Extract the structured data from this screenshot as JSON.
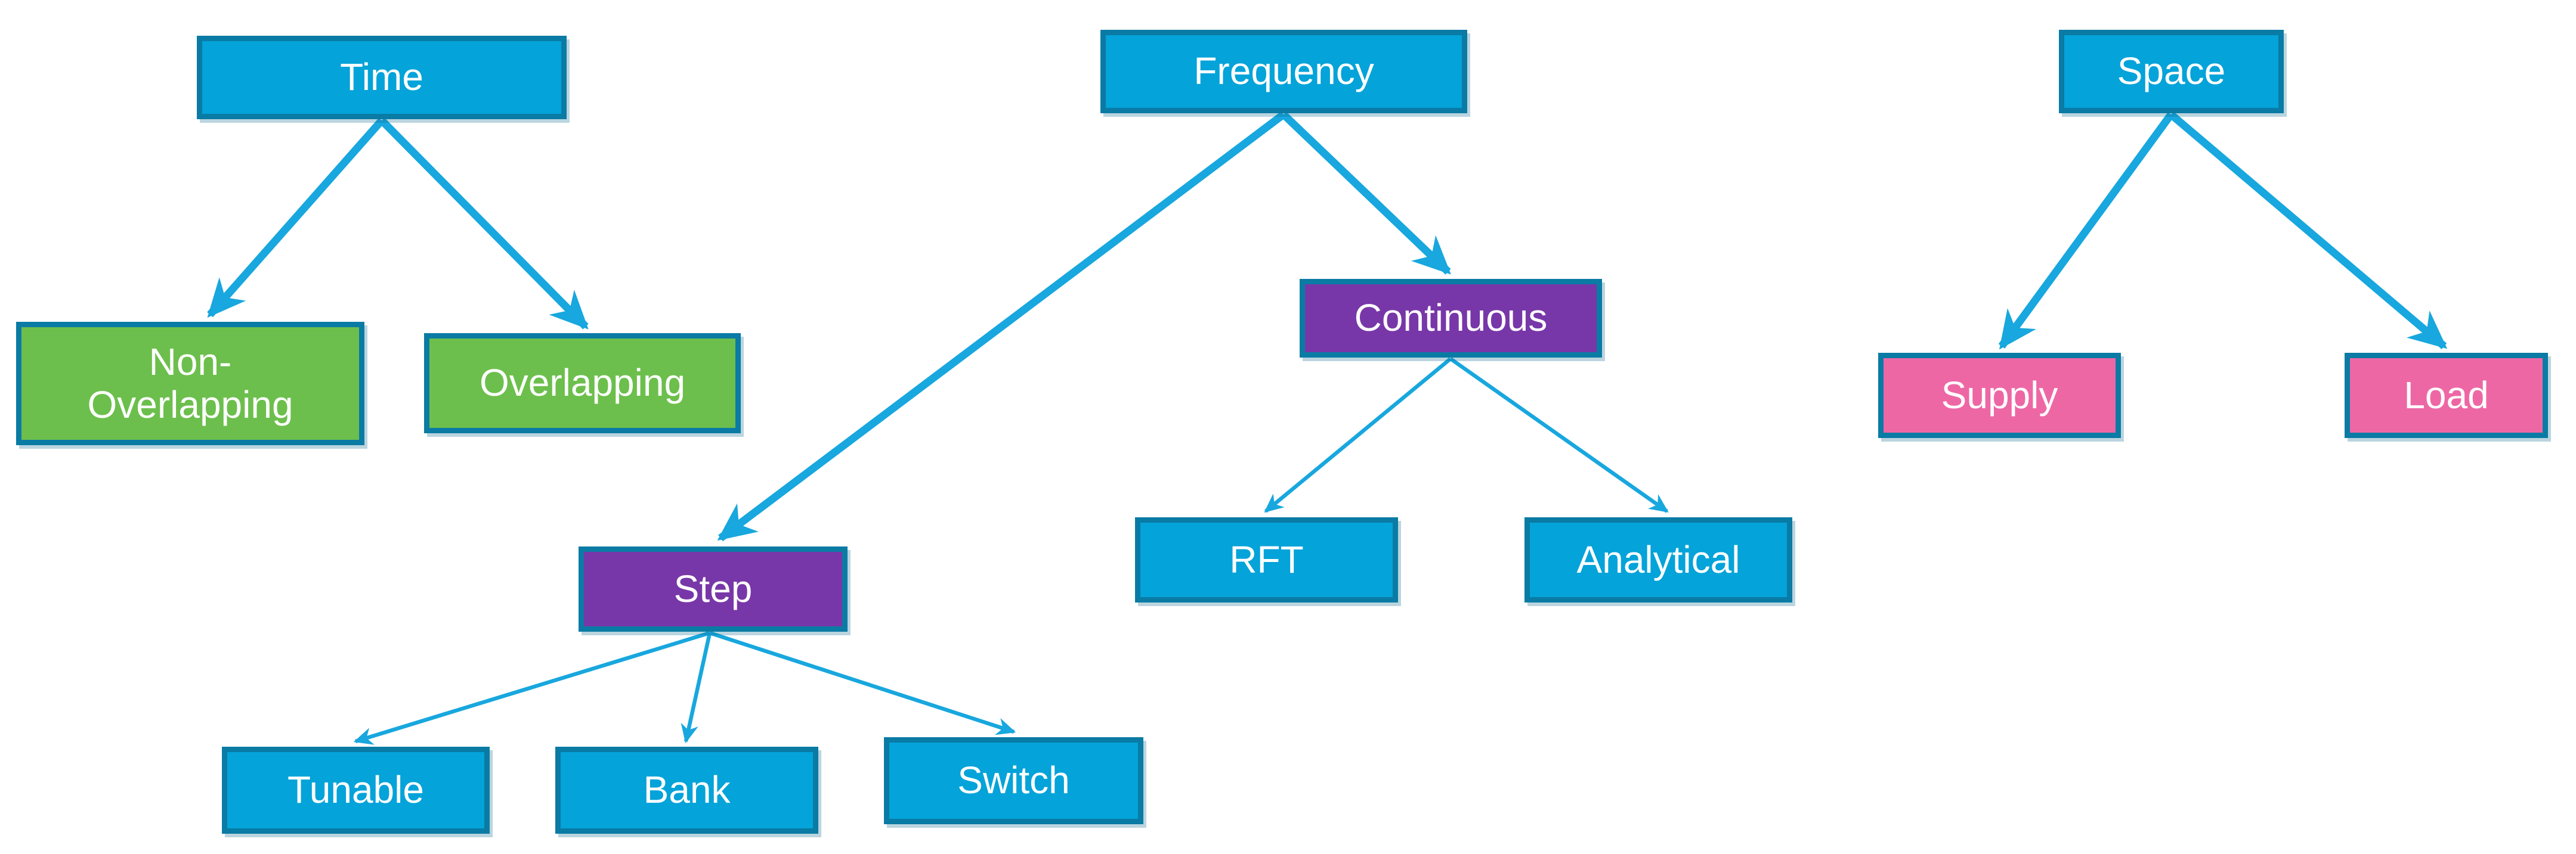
{
  "diagram": {
    "title": "classification tree diagram",
    "colors": {
      "node_cyan": "#04A3D9",
      "node_green": "#6CBF4C",
      "node_purple": "#7837A8",
      "node_pink": "#EE67A5",
      "border_teal": "#0A7BA4",
      "arrow_cyan": "#18A7DE",
      "text": "#FFFFFF",
      "background": "#FFFFFF"
    },
    "nodes": {
      "time": {
        "label": "Time",
        "color": "cyan"
      },
      "non_overlapping": {
        "label": "Non-\nOverlapping",
        "color": "green"
      },
      "overlapping": {
        "label": "Overlapping",
        "color": "green"
      },
      "frequency": {
        "label": "Frequency",
        "color": "cyan"
      },
      "continuous": {
        "label": "Continuous",
        "color": "purple"
      },
      "step": {
        "label": "Step",
        "color": "purple"
      },
      "rft": {
        "label": "RFT",
        "color": "cyan"
      },
      "analytical": {
        "label": "Analytical",
        "color": "cyan"
      },
      "tunable": {
        "label": "Tunable",
        "color": "cyan"
      },
      "bank": {
        "label": "Bank",
        "color": "cyan"
      },
      "switch": {
        "label": "Switch",
        "color": "cyan"
      },
      "space": {
        "label": "Space",
        "color": "cyan"
      },
      "supply": {
        "label": "Supply",
        "color": "pink"
      },
      "load": {
        "label": "Load",
        "color": "pink"
      }
    },
    "edges": [
      {
        "from": "time",
        "to": "non_overlapping",
        "weight": "thick"
      },
      {
        "from": "time",
        "to": "overlapping",
        "weight": "thick"
      },
      {
        "from": "frequency",
        "to": "step",
        "weight": "thick"
      },
      {
        "from": "frequency",
        "to": "continuous",
        "weight": "thick"
      },
      {
        "from": "continuous",
        "to": "rft",
        "weight": "thin"
      },
      {
        "from": "continuous",
        "to": "analytical",
        "weight": "thin"
      },
      {
        "from": "step",
        "to": "tunable",
        "weight": "thin"
      },
      {
        "from": "step",
        "to": "bank",
        "weight": "thin"
      },
      {
        "from": "step",
        "to": "switch",
        "weight": "thin"
      },
      {
        "from": "space",
        "to": "supply",
        "weight": "thick"
      },
      {
        "from": "space",
        "to": "load",
        "weight": "thick"
      }
    ]
  }
}
